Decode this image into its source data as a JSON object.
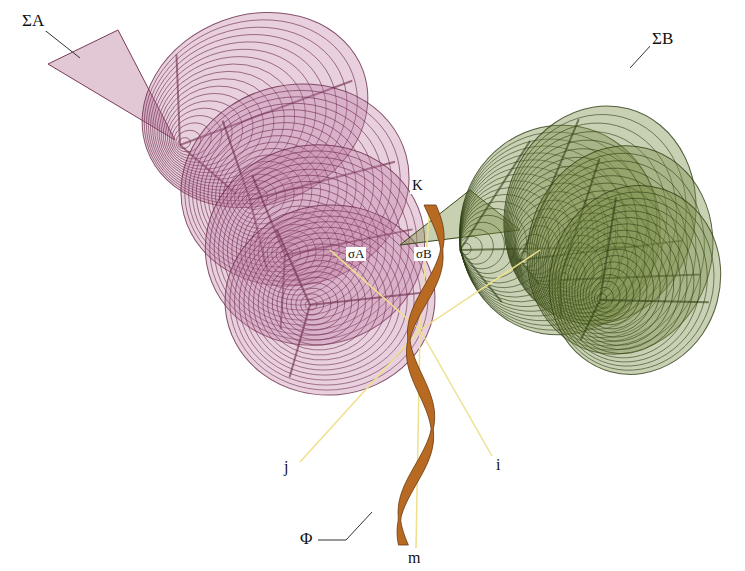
{
  "diagram": {
    "labels": [
      "ΣA",
      "ΣB",
      "K",
      "σA",
      "σB",
      "j",
      "i",
      "Φ",
      "m"
    ]
  }
}
